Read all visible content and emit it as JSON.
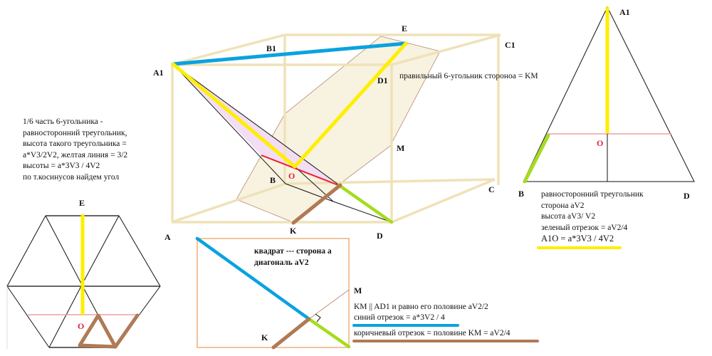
{
  "cube_labels": {
    "A1": "A1",
    "B1": "B1",
    "E": "E",
    "C1": "C1",
    "D1": "D1",
    "M": "M",
    "B": "B",
    "O": "O",
    "C": "C",
    "A": "A",
    "K": "K",
    "D": "D"
  },
  "hexagon_note": "правильный 6-угольник стороноа = KM",
  "left_note": [
    "1/6 часть 6-угольника -",
    "равносторонний треугольник,",
    "высота такого треугольника =",
    "a*V3/2V2, желтая линия = 3/2",
    "высоты = a*3V3 / 4V2",
    "по т.косинусов найдем угол"
  ],
  "triangle_labels": {
    "A1": "A1",
    "O": "O",
    "B": "B",
    "D": "D"
  },
  "triangle_note": [
    "равносторонний треугольник",
    "сторона aV2",
    "высота aV3/ V2",
    "зеленый отрезок = aV2/4"
  ],
  "triangle_result": "A1O = a*3V3 / 4V2",
  "hex_labels": {
    "E": "E",
    "O": "O"
  },
  "square_title": [
    "квадрат --- сторона a",
    "диагональ aV2"
  ],
  "square_labels": {
    "K": "K",
    "M": "M"
  },
  "square_notes": {
    "km": "KM || AD1 и равно его половине aV2/2",
    "blue": "синий отрезок = a*3V2 / 4",
    "brown": "коричневый отрезок = половине KM = aV2/4"
  },
  "colors": {
    "yellow": "#ffee00",
    "blue": "#0aa2e0",
    "green": "#a6dc1e",
    "brown": "#b07a55",
    "red": "#e8202e",
    "pink": "#f0a0a0",
    "cube": "#efe2b8"
  }
}
